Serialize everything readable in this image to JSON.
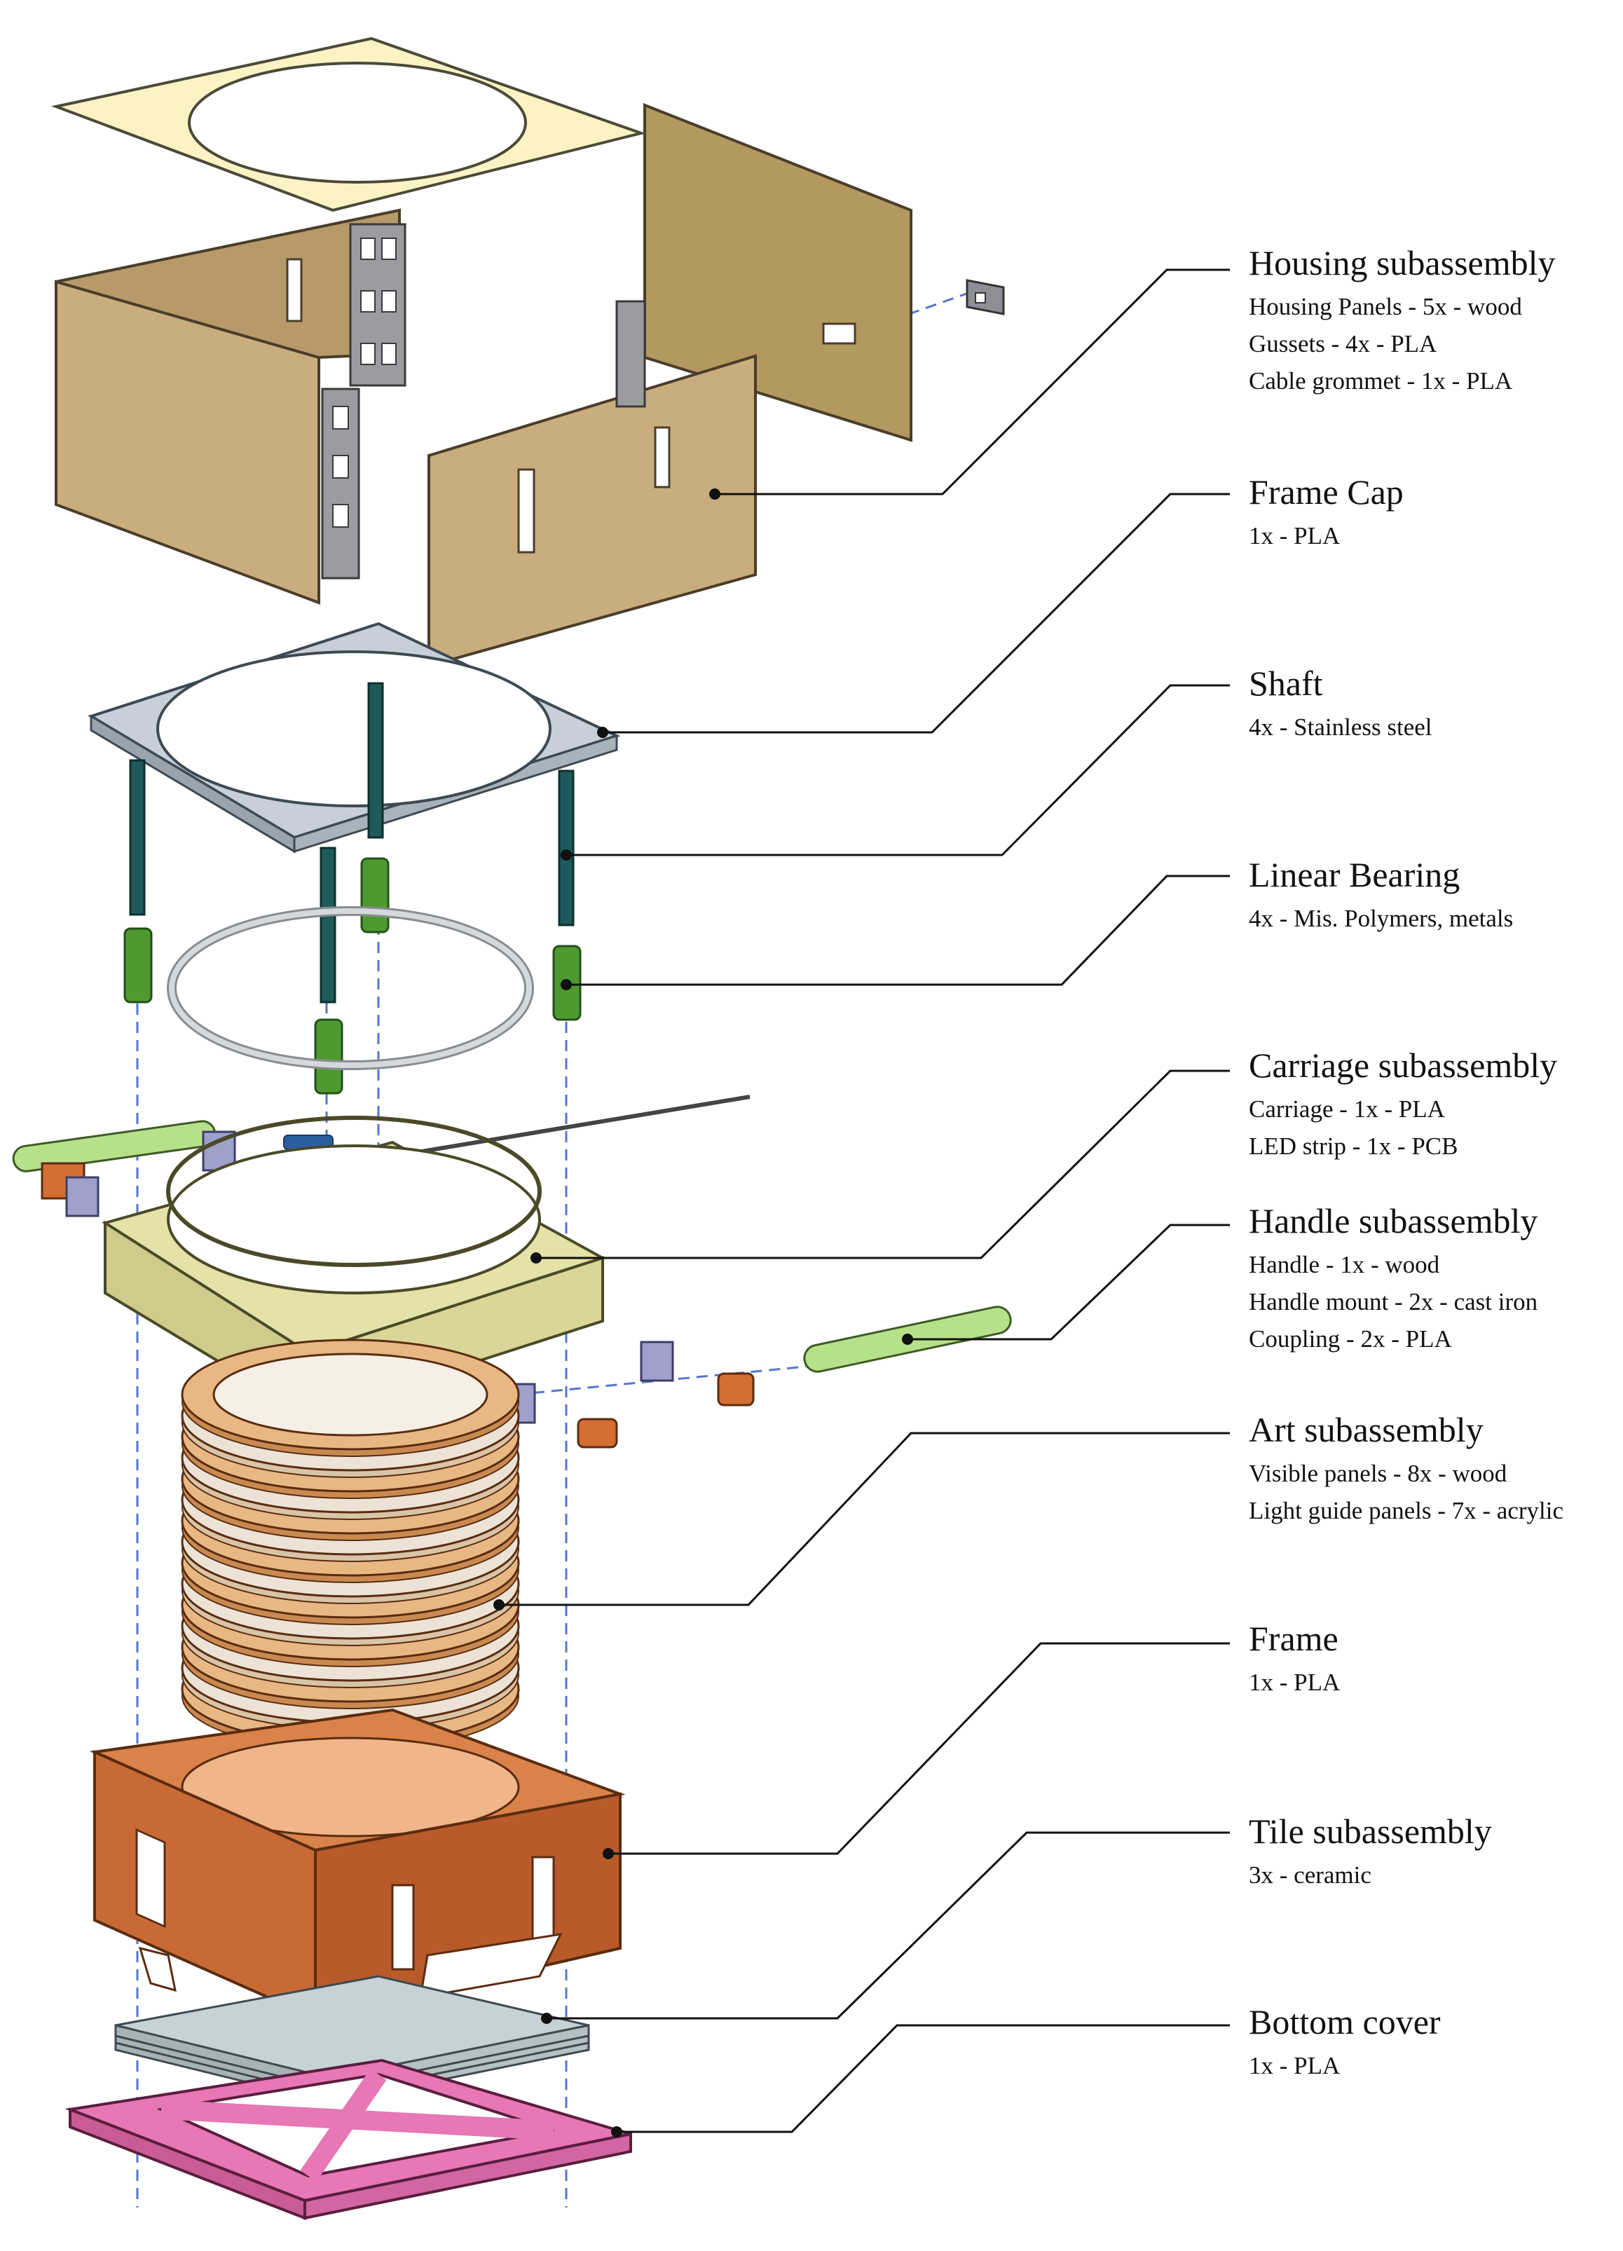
{
  "labels": [
    {
      "title": "Housing subassembly",
      "lines": [
        "Housing Panels - 5x - wood",
        "Gussets - 4x - PLA",
        "Cable grommet - 1x - PLA"
      ]
    },
    {
      "title": "Frame Cap",
      "lines": [
        "1x - PLA"
      ]
    },
    {
      "title": "Shaft",
      "lines": [
        "4x - Stainless steel"
      ]
    },
    {
      "title": "Linear Bearing",
      "lines": [
        "4x - Mis. Polymers, metals"
      ]
    },
    {
      "title": "Carriage subassembly",
      "lines": [
        "Carriage - 1x - PLA",
        "LED strip - 1x - PCB"
      ]
    },
    {
      "title": "Handle subassembly",
      "lines": [
        "Handle - 1x - wood",
        "Handle mount - 2x - cast iron",
        "Coupling - 2x - PLA"
      ]
    },
    {
      "title": "Art subassembly",
      "lines": [
        "Visible panels - 8x - wood",
        "Light guide panels - 7x - acrylic"
      ]
    },
    {
      "title": "Frame",
      "lines": [
        "1x - PLA"
      ]
    },
    {
      "title": "Tile subassembly",
      "lines": [
        "3x - ceramic"
      ]
    },
    {
      "title": "Bottom cover",
      "lines": [
        "1x - PLA"
      ]
    }
  ],
  "colors": {
    "wood_panel": "#c9ad7e",
    "wood_top": "#fbf3c4",
    "gusset": "#9b9ca0",
    "frame_cap": "#c7d0d8",
    "shaft": "#1f5a5a",
    "bearing": "#4e9a2e",
    "carriage": "#e4e2a8",
    "handle": "#b7e08a",
    "coupling": "#d46e33",
    "mount": "#9fa0cc",
    "art_wood": "#e8b884",
    "frame": "#c96a36",
    "tile": "#c7d2d6",
    "bottom_cover": "#e777b5",
    "axis_line": "#5577cc"
  }
}
